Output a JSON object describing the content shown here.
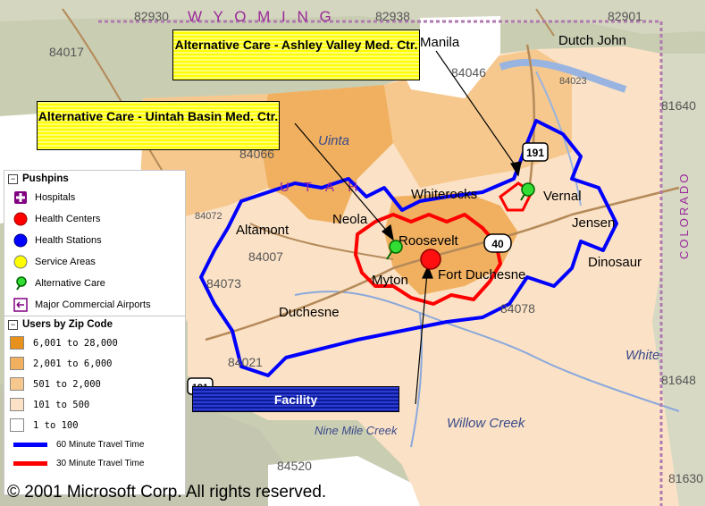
{
  "map": {
    "zip_labels": [
      "82930",
      "82938",
      "82901",
      "84017",
      "84046",
      "84023",
      "81640",
      "84066",
      "84072",
      "84007",
      "84073",
      "84078",
      "84021",
      "81648",
      "84520",
      "81630"
    ],
    "place_labels": [
      "Manila",
      "Dutch John",
      "Uinta",
      "Whiterocks",
      "Neola",
      "Altamont",
      "Roosevelt",
      "Vernal",
      "Jensen",
      "Dinosaur",
      "Myton",
      "Fort Duchesne",
      "Duchesne",
      "White",
      "Willow Creek",
      "Nine Mile Creek"
    ],
    "state_labels": [
      "W Y O M I N G",
      "U T A H",
      "COLORADO"
    ],
    "highway_labels": [
      "191",
      "40",
      "191"
    ],
    "callouts": {
      "ashley": "Alternative Care - Ashley Valley Med. Ctr.",
      "uintah": "Alternative Care - Uintah Basin Med. Ctr.",
      "facility": "Facility"
    },
    "copyright": "© 2001 Microsoft Corp. All rights reserved."
  },
  "legend": {
    "pushpins_title": "Pushpins",
    "pushpins": [
      {
        "label": "Hospitals",
        "icon": "hospital-cross-icon",
        "color": "#800080"
      },
      {
        "label": "Health Centers",
        "icon": "red-circle-icon",
        "color": "#ff0000"
      },
      {
        "label": "Health Stations",
        "icon": "blue-circle-icon",
        "color": "#0000ff"
      },
      {
        "label": "Service Areas",
        "icon": "yellow-circle-icon",
        "color": "#ffff00"
      },
      {
        "label": "Alternative Care",
        "icon": "green-pushpin-icon",
        "color": "#22cc22"
      },
      {
        "label": "Major Commercial Airports",
        "icon": "airplane-icon",
        "color": "#800080"
      }
    ],
    "zip_title": "Users by Zip Code",
    "zip_bins": [
      {
        "label": "6,001 to 28,000",
        "color": "#e8901c"
      },
      {
        "label": "2,001 to 6,000",
        "color": "#f0b060"
      },
      {
        "label": "501 to 2,000",
        "color": "#f6c88e"
      },
      {
        "label": "101 to 500",
        "color": "#fbe2c6"
      },
      {
        "label": "1 to 100",
        "color": "#ffffff"
      }
    ],
    "travel_lines": [
      {
        "label": "60 Minute Travel Time",
        "color": "#0000ff"
      },
      {
        "label": "30 Minute Travel Time",
        "color": "#ff0000"
      }
    ]
  }
}
